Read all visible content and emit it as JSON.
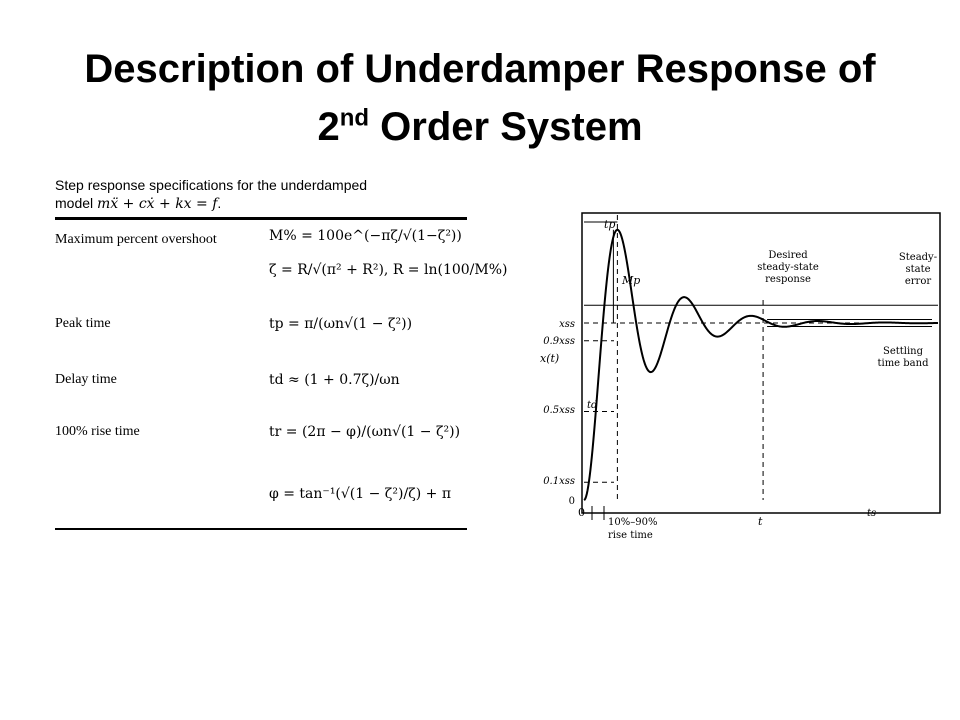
{
  "slide": {
    "title_line1": "Description of Underdamper Response of",
    "title_line2_prefix": "2",
    "title_line2_sup": "nd",
    "title_line2_suffix": " Order System"
  },
  "spec_table": {
    "caption_line1": "Step response specifications for the underdamped",
    "caption_line2_prefix": "model ",
    "caption_line2_eq": "mẍ + cẋ + kx = f",
    "caption_line2_suffix": ".",
    "rows": [
      {
        "name": "Maximum percent overshoot",
        "formula": "M% = 100e^(−πζ/√(1−ζ²))"
      },
      {
        "name": "",
        "formula": "ζ = R/√(π² + R²),   R = ln(100/M%)"
      },
      {
        "name": "Peak time",
        "formula": "tp = π/(ωn√(1 − ζ²))"
      },
      {
        "name": "Delay time",
        "formula": "td ≈ (1 + 0.7ζ)/ωn"
      },
      {
        "name": "100% rise time",
        "formula": "tr = (2π − φ)/(ωn√(1 − ζ²))"
      },
      {
        "name": "",
        "formula": "φ = tan⁻¹(√(1 − ζ²)/ζ) + π"
      }
    ]
  },
  "plot": {
    "y_axis_label": "x(t)",
    "x_axis_label": "t",
    "origin_label": "0",
    "y_ticks": [
      {
        "label": "xss",
        "level": 1.0
      },
      {
        "label": "0.9xss",
        "level": 0.9
      },
      {
        "label": "0.5xss",
        "level": 0.5
      },
      {
        "label": "0.1xss",
        "level": 0.1
      },
      {
        "label": "0",
        "level": 0.0
      }
    ],
    "annotations": {
      "peak_time": "tp",
      "peak_overshoot": "Mp",
      "delay_time": "td",
      "settling_time": "ts",
      "desired_line1": "Desired",
      "desired_line2": "steady-state",
      "desired_line3": "response",
      "sse_line1": "Steady-",
      "sse_line2": "state",
      "sse_line3": "error",
      "settle_line1": "Settling",
      "settle_line2": "time band",
      "rise_line1": "10%–90%",
      "rise_line2": "rise time"
    },
    "response": {
      "zeta": 0.2,
      "omega_n": 1.0,
      "t_max": 34,
      "steady_state_level": 1.0,
      "desired_level": 1.1,
      "settling_band": 0.02
    }
  }
}
